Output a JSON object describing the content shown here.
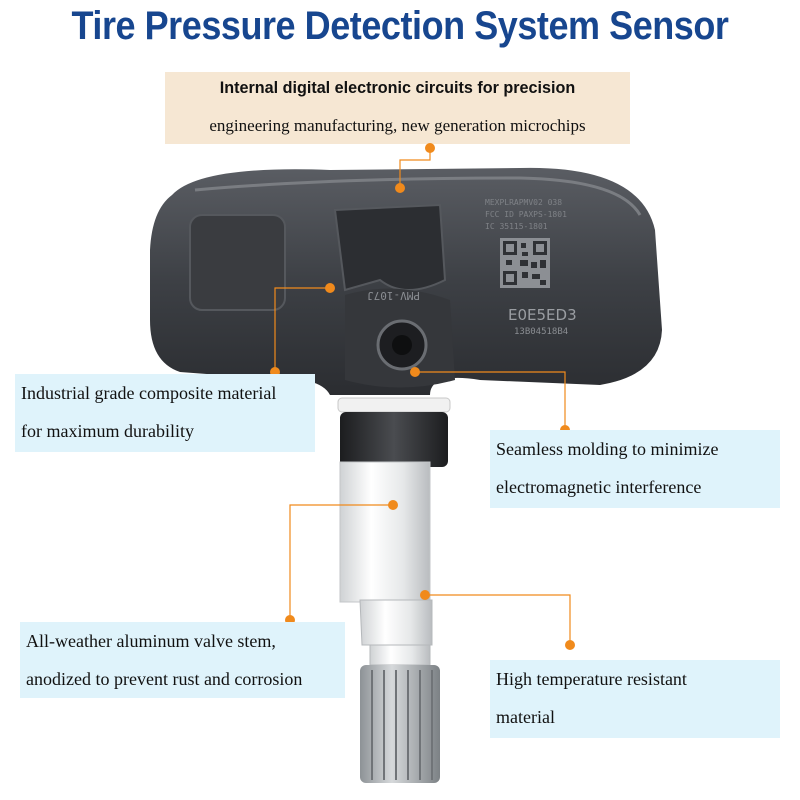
{
  "title": "Tire Pressure Detection System Sensor",
  "callouts": {
    "top_line1": "Internal digital electronic circuits for precision",
    "top_line2": "engineering manufacturing, new generation microchips",
    "left_upper": [
      "Industrial grade composite material",
      "for maximum durability"
    ],
    "right_upper": [
      "Seamless molding to minimize",
      "electromagnetic interference"
    ],
    "left_lower": [
      "All-weather aluminum valve stem,",
      "anodized to prevent rust and corrosion"
    ],
    "right_lower": [
      "High temperature resistant",
      "material"
    ]
  },
  "sensor_marking": {
    "model": "PMV-107J",
    "code": "E0E5ED3",
    "serial": "13B04518B4",
    "fcc_1": "MEXPLRAPMV02 038",
    "fcc_2": "FCC ID PAXPS-1801",
    "fcc_3": "IC 35115-1801"
  },
  "colors": {
    "title": "#17468f",
    "dot": "#f08a1c",
    "top_box": "#f6e7d3",
    "label_box": "#dff3fb"
  }
}
